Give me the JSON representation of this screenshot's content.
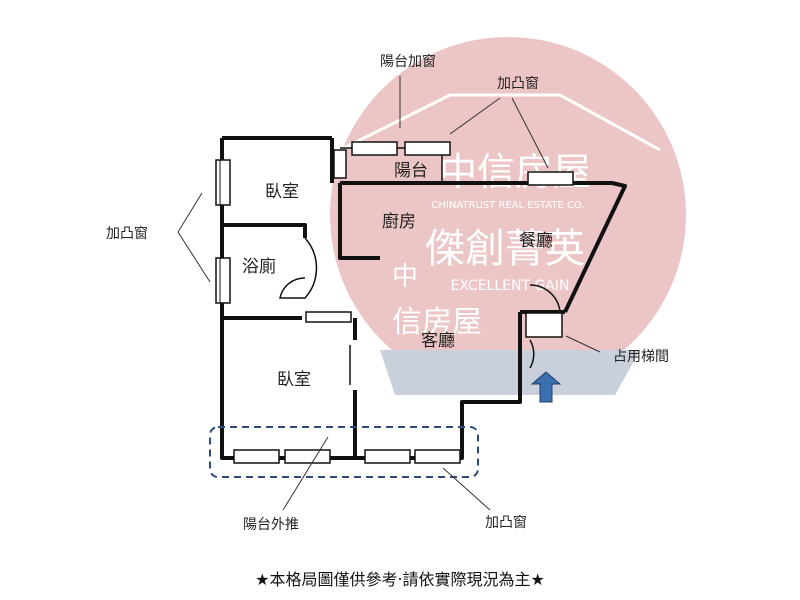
{
  "watermark": {
    "company_line": "中信房屋",
    "company_en": "CHINATRUST REAL ESTATE CO.",
    "slogan_line": "傑創菁英",
    "slogan_en": "EXCELLENT GAIN",
    "small_logo_line1": "中",
    "small_logo_line2": "信房屋",
    "circle_color": "#e9bcbc",
    "band_color": "#c9d0dc"
  },
  "rooms": {
    "bedroom_top": "臥室",
    "bathroom": "浴廁",
    "kitchen": "廚房",
    "dining": "餐廳",
    "balcony": "陽台",
    "living": "客廳",
    "bedroom_bottom": "臥室"
  },
  "callouts": {
    "balcony_window": "陽台加窗",
    "bay_window_top": "加凸窗",
    "bay_window_left": "加凸窗",
    "stair_occupied": "占用梯間",
    "balcony_extended": "陽台外推",
    "bay_window_bottom": "加凸窗"
  },
  "entrance_arrow_color": "#3a6fb0",
  "dashed_box_color": "#2e4a7a",
  "disclaimer": "★本格局圖僅供參考‧請依實際現況為主★"
}
